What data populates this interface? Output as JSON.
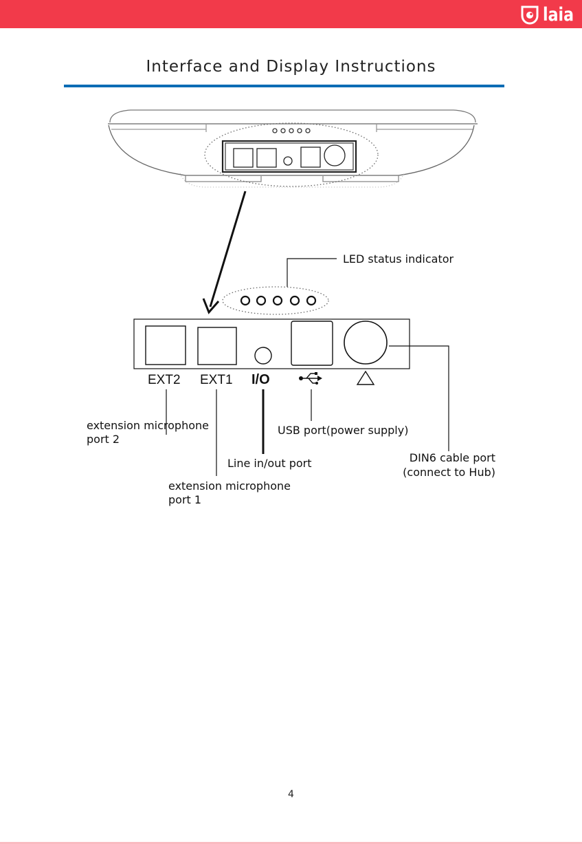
{
  "brand": {
    "logo_text": "laia",
    "accent_color": "#f23a4a",
    "rule_color": "#0b6cb5"
  },
  "page": {
    "title": "Interface and Display Instructions",
    "page_number": "4"
  },
  "port_labels": {
    "ext2": "EXT2",
    "ext1": "EXT1",
    "io": "I/O",
    "usb_symbol": "usb-icon",
    "din_symbol": "triangle-icon"
  },
  "callouts": {
    "led": "LED status indicator",
    "ext2_line1": "extension microphone",
    "ext2_line2": "port 2",
    "usb": "USB port(power supply)",
    "line": "Line in/out port",
    "din_line1": "DIN6 cable port",
    "din_line2": "(connect to Hub)",
    "ext1_line1": "extension microphone",
    "ext1_line2": "port 1"
  }
}
